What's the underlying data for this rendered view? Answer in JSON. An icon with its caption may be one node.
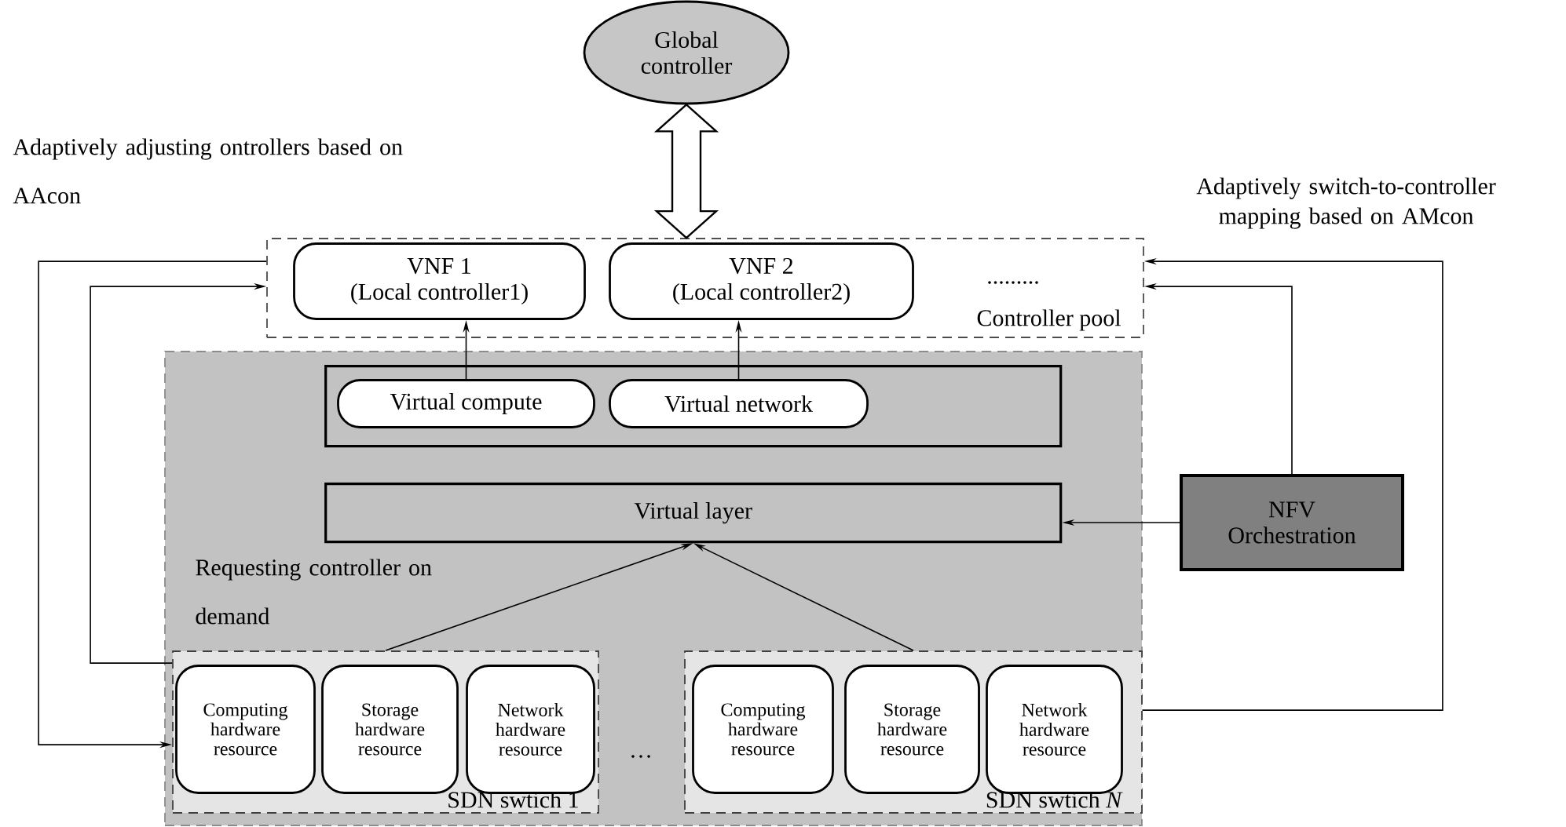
{
  "diagram": {
    "nodes": [
      {
        "text": [
          "Global controller"
        ]
      },
      {
        "text": [
          "Controller pool"
        ]
      },
      {
        "text": [
          "VNF 1 (Local controller1)"
        ],
        "in": 1
      },
      {
        "text": [
          "VNF 2 (Local controller2)"
        ],
        "in": 1
      },
      {
        "text": [],
        "shape": "box"
      },
      {
        "text": [],
        "shape": "box",
        "in": 4
      },
      {
        "text": [
          "Virtual compute"
        ],
        "in": 5
      },
      {
        "text": [
          "Virtual network"
        ],
        "in": 5
      },
      {
        "text": [
          "Virtual layer"
        ],
        "in": 4
      },
      {
        "text": [
          "SDN swtich 1"
        ],
        "in": 4
      },
      {
        "text": [
          "Computing hardware resource"
        ],
        "in": 9
      },
      {
        "text": [
          "Storage hardware resource"
        ],
        "in": 9
      },
      {
        "text": [
          "Network hardware resource"
        ],
        "in": 9
      },
      {
        "text": [
          "SDN swtich *N*"
        ],
        "in": 4
      },
      {
        "text": [
          "Computing hardware resource"
        ],
        "in": 13
      },
      {
        "text": [
          "Storage hardware resource"
        ],
        "in": 13
      },
      {
        "text": [
          "Network hardware resource"
        ],
        "in": 13
      },
      {
        "text": [
          "NFV Orchestration"
        ]
      }
    ],
    "edges": [
      {
        "from": 0,
        "to": 1,
        "arrow": "both",
        "style": "thick"
      },
      {
        "from": 6,
        "to": 2,
        "arrow": "to"
      },
      {
        "from": 7,
        "to": 3,
        "arrow": "to"
      },
      {
        "from": 9,
        "to": 8,
        "arrow": "to"
      },
      {
        "from": 13,
        "to": 8,
        "arrow": "to"
      },
      {
        "from": 17,
        "to": 8,
        "arrow": "to"
      },
      {
        "from": 17,
        "to": 1,
        "arrow": "to"
      },
      {
        "from": 13,
        "to": 1,
        "arrow": "to"
      },
      {
        "from": 9,
        "to": 1,
        "arrow": "to"
      },
      {
        "from": 1,
        "to": 9,
        "arrow": "to"
      }
    ],
    "labels": [
      "Adaptively adjusting ontrollers based on AAcon",
      "Adaptively switch-to-controller mapping based on AMcon",
      ".........",
      "Requesting controller on demand",
      "…"
    ]
  }
}
